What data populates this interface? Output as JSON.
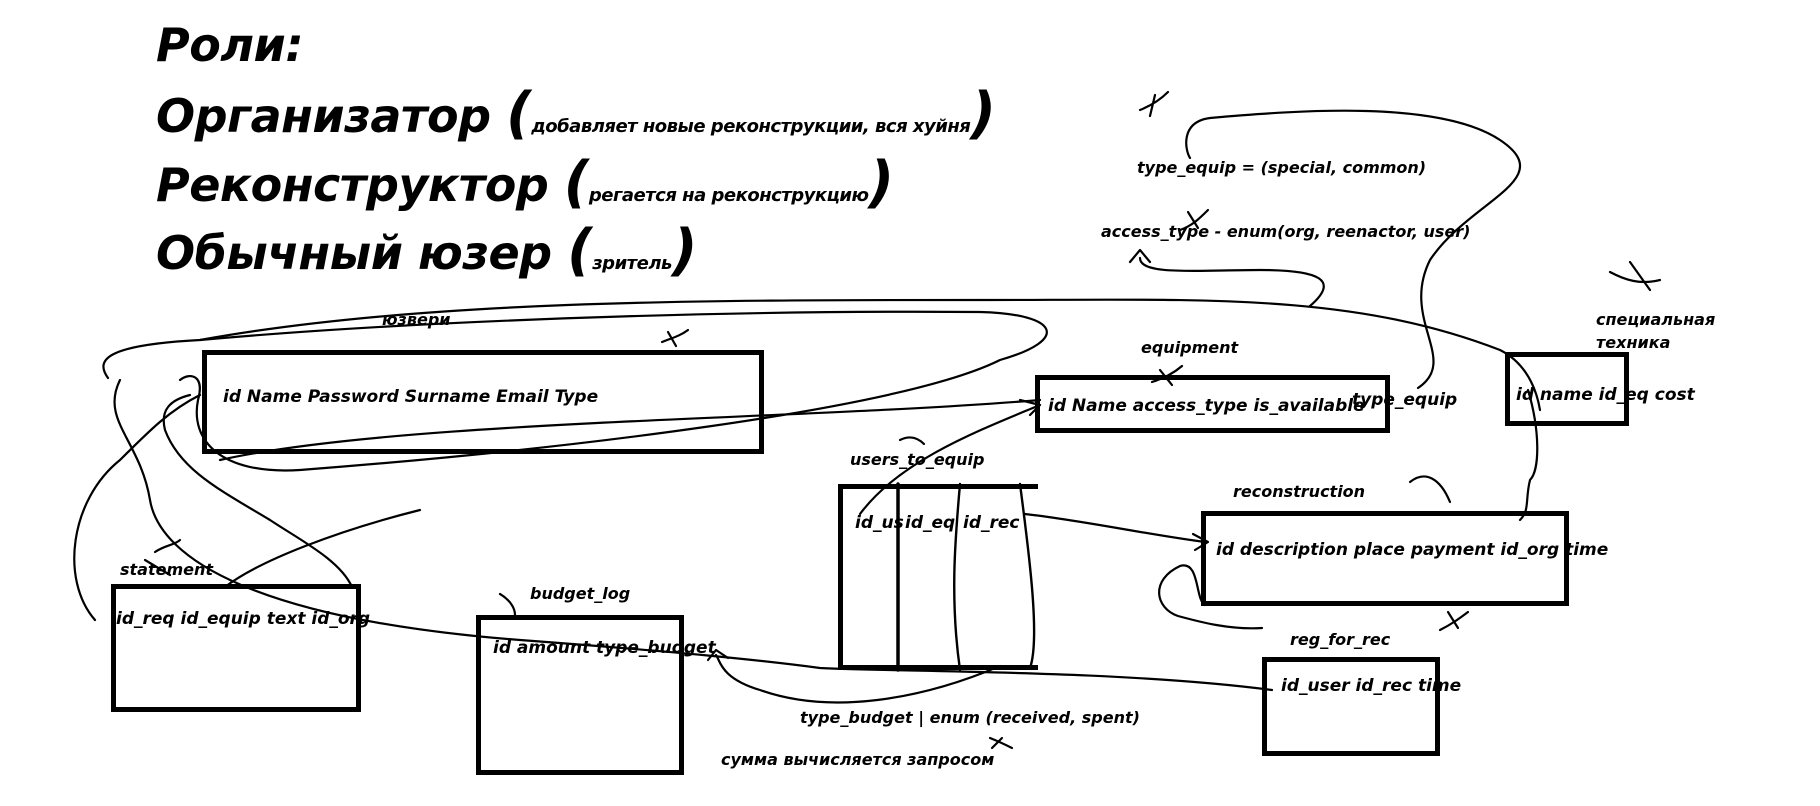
{
  "roles": {
    "title": "Роли:",
    "organizer": {
      "name": "Организатор",
      "open": "(",
      "desc": "добавляет новые реконструкции, вся хуйня",
      "close": ")"
    },
    "reenactor": {
      "name": "Реконструктор",
      "open": "(",
      "desc": "регается на реконструкцию",
      "close": ")"
    },
    "user": {
      "name": "Обычный юзер",
      "open": "(",
      "desc": "зритель",
      "close": ")"
    }
  },
  "entities": {
    "users": {
      "name": "юзвери",
      "fields": "id    Name   Password Surname Email Type"
    },
    "equipment": {
      "name": "equipment",
      "fields": "id Name access_type is_available"
    },
    "special": {
      "name": "специальная техника",
      "fields": "id name id_eq cost"
    },
    "users_to_equip": {
      "name": "users_to_equip",
      "col1": "id_us",
      "col2": "id_eq",
      "col3": "id_rec"
    },
    "reconstruction": {
      "name": "reconstruction",
      "fields": "id  description  place payment id_org time"
    },
    "statement": {
      "name": "statement",
      "fields": "id_req  id_equip text  id_org"
    },
    "budget_log": {
      "name": "budget_log",
      "fields": "id  amount  type_budget"
    },
    "reg_for_rec": {
      "name": "reg_for_rec",
      "fields": "id_user id_rec time"
    }
  },
  "notes": {
    "type_equip_enum": "type_equip = (special, common)",
    "access_type_enum": "access_type - enum(org, reenactor, user)",
    "type_equip_label": "type_equip",
    "type_budget_enum": "type_budget | enum (received, spent)",
    "sum_note": "сумма вычисляется запросом"
  }
}
